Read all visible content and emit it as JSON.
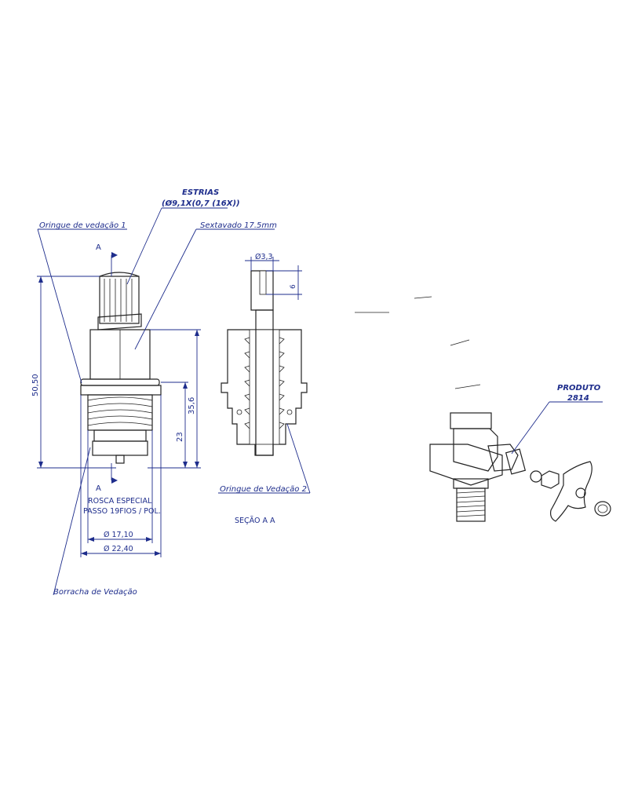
{
  "labels": {
    "estrias_title": "ESTRIAS",
    "estrias_spec": "(Ø9,1X(0,7 (16X))",
    "oring1": "Oringue de vedação 1",
    "sextavado": "Sextavado 17.5mm",
    "oring2": "Oringue de Vedação 2",
    "borracha": "Borracha de Vedação",
    "rosca_line1": "ROSCA ESPECIAL",
    "rosca_line2": "PASSO 19FIOS / POL.",
    "secao": "SEÇÃO A A",
    "section_mark_top": "A",
    "section_mark_bottom": "A",
    "produto_title": "PRODUTO",
    "produto_code": "2814"
  },
  "dimensions": {
    "d50": "50,50",
    "d356": "35,6",
    "d23": "23",
    "phi33": "Ø3,3",
    "d6": "6",
    "phi1710": "Ø 17,10",
    "phi2240": "Ø 22,40"
  },
  "colors": {
    "annotation": "#1e2d8c",
    "part": "#222222"
  }
}
